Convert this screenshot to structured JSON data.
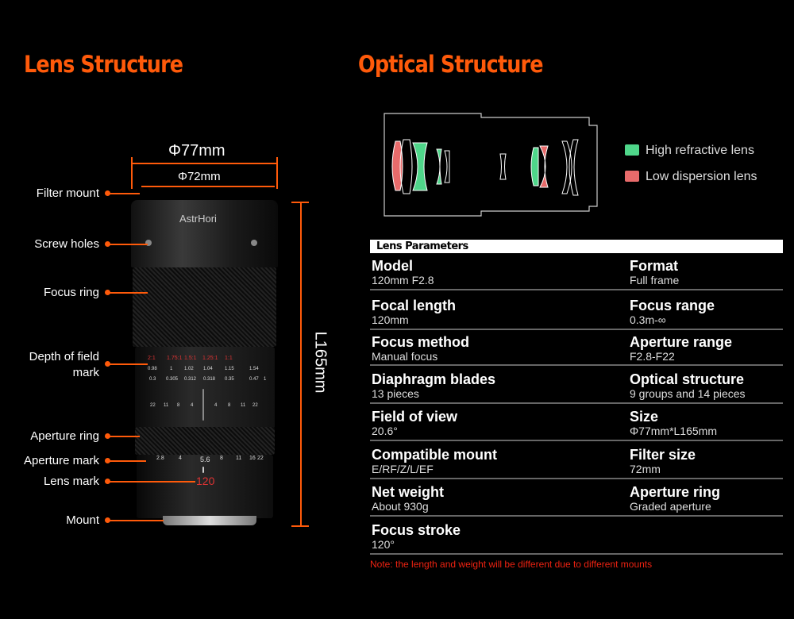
{
  "titles": {
    "lens_structure": "Lens Structure",
    "optical_structure": "Optical Structure"
  },
  "dimensions": {
    "outer_diameter": "Φ77mm",
    "filter_diameter": "Φ72mm",
    "length": "L165mm"
  },
  "callouts": [
    "Filter mount",
    "Screw holes",
    "Focus ring",
    "Depth of field mark",
    "Aperture ring",
    "Aperture mark",
    "Lens mark",
    "Mount"
  ],
  "lens_markings": {
    "brand": "AstrHori",
    "magnification": [
      "2:1",
      "1.75:1",
      "1.5:1",
      "1.25:1",
      "1:1"
    ],
    "scale_a": [
      "0.98",
      "1",
      "1.02",
      "1.04",
      "1.15",
      "1.54"
    ],
    "scale_b": [
      "0.3",
      "0.305",
      "0.312",
      "0.318",
      "0.35",
      "0.47",
      "1"
    ],
    "dof": [
      "22",
      "11",
      "8",
      "4",
      "4",
      "8",
      "11",
      "22"
    ],
    "aperture": [
      "2.8",
      "4",
      "5.6",
      "8",
      "11",
      "16",
      "22"
    ],
    "lens_mark": "120"
  },
  "legend": [
    {
      "label": "High refractive lens",
      "color": "#4fd68a"
    },
    {
      "label": "Low dispersion lens",
      "color": "#e86b6b"
    }
  ],
  "params": {
    "header": "Lens Parameters",
    "rows": [
      [
        {
          "k": "Model",
          "v": "120mm F2.8"
        },
        {
          "k": "Format",
          "v": "Full frame"
        }
      ],
      [
        {
          "k": "Focal length",
          "v": "120mm"
        },
        {
          "k": "Focus range",
          "v": "0.3m-∞"
        }
      ],
      [
        {
          "k": "Focus method",
          "v": "Manual focus"
        },
        {
          "k": "Aperture range",
          "v": "F2.8-F22"
        }
      ],
      [
        {
          "k": "Diaphragm blades",
          "v": "13 pieces"
        },
        {
          "k": "Optical structure",
          "v": "9 groups and 14 pieces"
        }
      ],
      [
        {
          "k": "Field of view",
          "v": "20.6°"
        },
        {
          "k": "Size",
          "v": "Φ77mm*L165mm"
        }
      ],
      [
        {
          "k": "Compatible mount",
          "v": "E/RF/Z/L/EF"
        },
        {
          "k": "Filter size",
          "v": "72mm"
        }
      ],
      [
        {
          "k": "Net weight",
          "v": "About 930g"
        },
        {
          "k": "Aperture ring",
          "v": "Graded aperture"
        }
      ],
      [
        {
          "k": "Focus stroke",
          "v": "120°"
        }
      ]
    ],
    "note": "Note: the length and weight will be different due to different mounts"
  }
}
